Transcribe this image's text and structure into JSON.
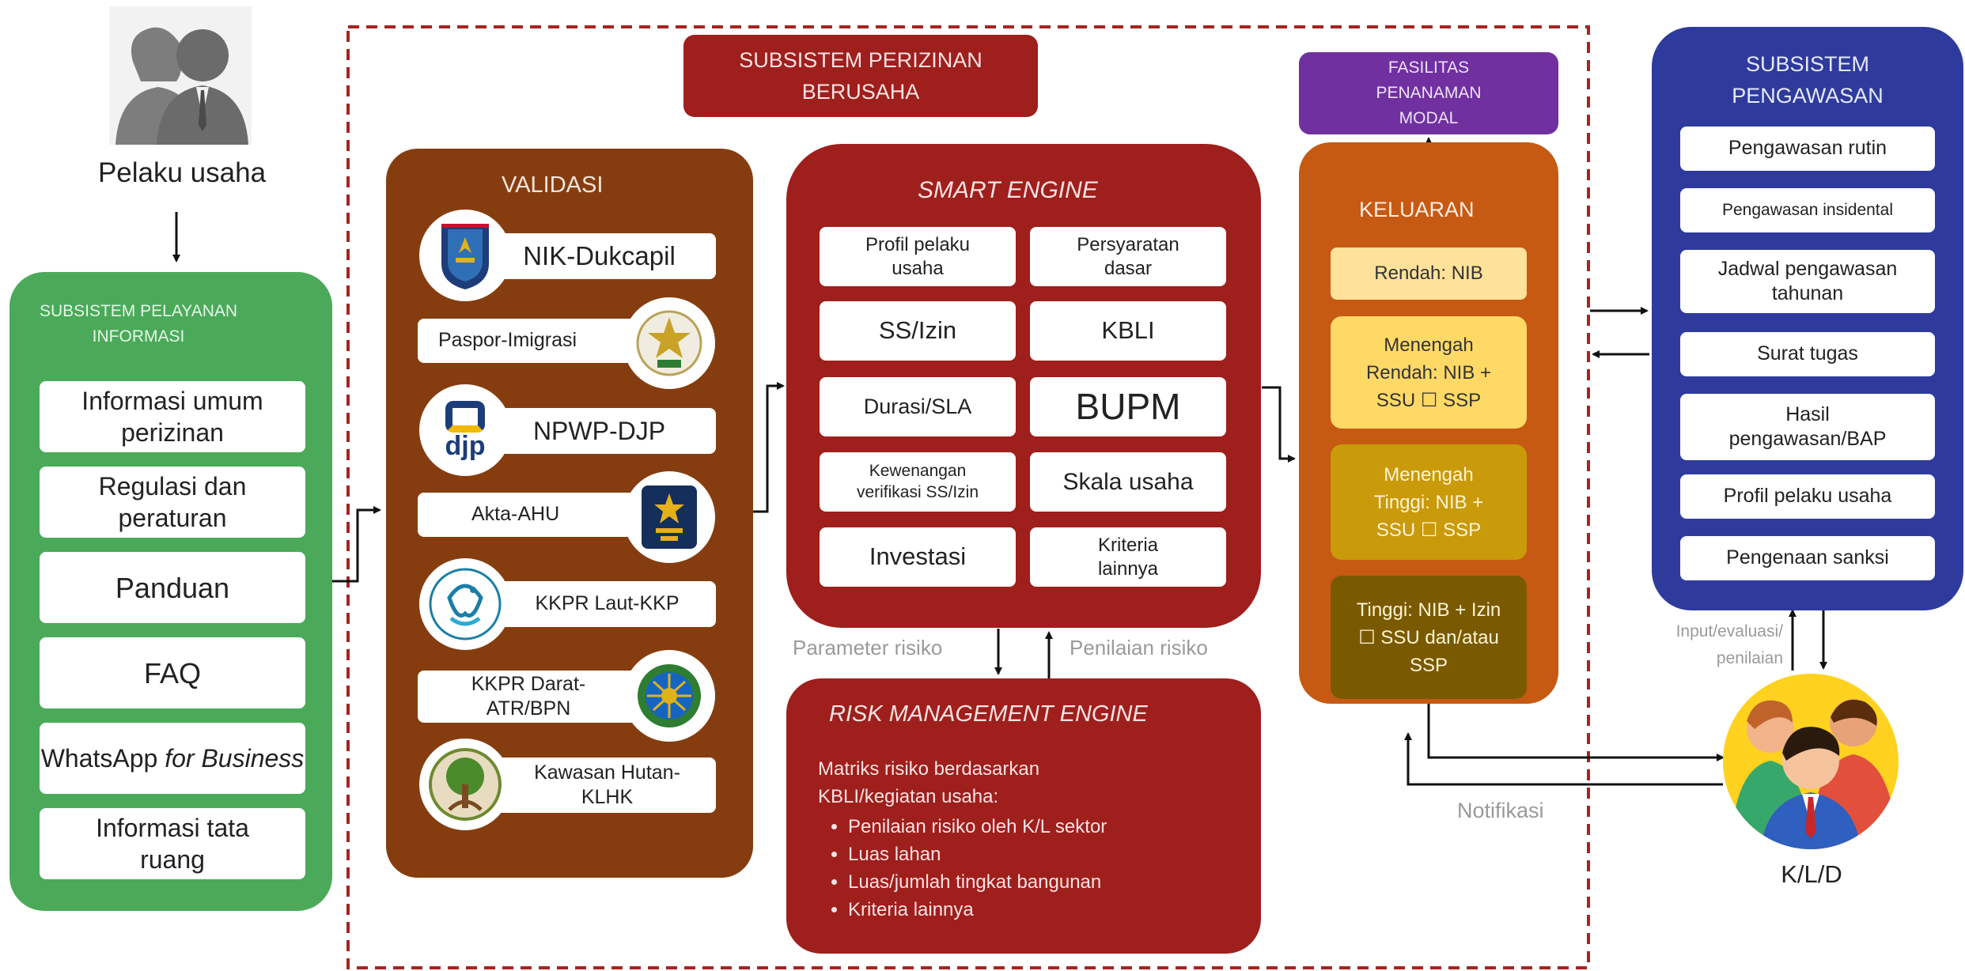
{
  "pelaku": {
    "label": "Pelaku usaha"
  },
  "pelayanan": {
    "title": "SUBSISTEM PELAYANAN INFORMASI",
    "items": [
      "Informasi umum perizinan",
      "Regulasi dan peraturan",
      "Panduan",
      "FAQ",
      "WhatsApp",
      "Informasi tata ruang"
    ],
    "whatsapp_italic": "for Business"
  },
  "perizinan": {
    "title": "SUBSISTEM PERIZINAN BERUSAHA"
  },
  "validasi": {
    "title": "VALIDASI",
    "items": [
      "NIK-Dukcapil",
      "Paspor-Imigrasi",
      "NPWP-DJP",
      "Akta-AHU",
      "KKPR Laut-KKP",
      "KKPR Darat-ATR/BPN",
      "Kawasan Hutan-KLHK"
    ],
    "djp_logo_text": "djp"
  },
  "smart": {
    "title": "SMART ENGINE",
    "items": [
      "Profil pelaku usaha",
      "Persyaratan dasar",
      "SS/Izin",
      "KBLI",
      "Durasi/SLA",
      "BUPM",
      "Kewenangan verifikasi SS/Izin",
      "Skala usaha",
      "Investasi",
      "Kriteria lainnya"
    ]
  },
  "risk_labels": {
    "parameter": "Parameter risiko",
    "penilaian": "Penilaian risiko"
  },
  "risk": {
    "title": "RISK MANAGEMENT ENGINE",
    "intro": "Matriks risiko berdasarkan KBLI/kegiatan usaha:",
    "bullets": [
      "Penilaian risiko oleh K/L sektor",
      "Luas lahan",
      "Luas/jumlah tingkat bangunan",
      "Kriteria lainnya"
    ]
  },
  "fasilitas": {
    "title": "FASILITAS PENANAMAN MODAL"
  },
  "keluaran": {
    "title": "KELUARAN",
    "items": [
      "Rendah: NIB",
      "Menengah Rendah: NIB + SSU ☐ SSP",
      "Menengah Tinggi: NIB + SSU ☐ SSP",
      "Tinggi: NIB + Izin ☐ SSU dan/atau SSP"
    ]
  },
  "pengawasan": {
    "title": "SUBSISTEM PENGAWASAN",
    "items": [
      "Pengawasan rutin",
      "Pengawasan insidental",
      "Jadwal pengawasan tahunan",
      "Surat tugas",
      "Hasil pengawasan/BAP",
      "Profil pelaku usaha",
      "Pengenaan sanksi"
    ]
  },
  "side_labels": {
    "input": "Input/evaluasi/ penilaian",
    "notifikasi": "Notifikasi",
    "kld": "K/L/D"
  },
  "colors": {
    "green": "#4aaa59",
    "brown": "#853d10",
    "red": "#9e1f1c",
    "orange": "#c65a13",
    "purple": "#7030a0",
    "blue": "#2e3b9c",
    "dashed_border": "#a52421",
    "kel_rendah": "#ffe29a",
    "kel_menengah_rendah": "#ffd966",
    "kel_menengah_tinggi": "#c99a0a",
    "kel_tinggi": "#7a5a00"
  }
}
